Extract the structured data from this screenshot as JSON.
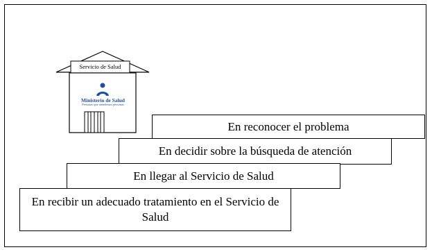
{
  "building": {
    "sign": "Servicio de Salud",
    "ministry_name": "Ministerio de Salud",
    "ministry_tagline": "Personas que atendemos personas"
  },
  "steps": [
    "En reconocer el problema",
    "En decidir sobre la búsqueda de atención",
    "En llegar al Servicio de Salud",
    "En recibir un adecuado tratamiento en el Servicio de Salud"
  ],
  "colors": {
    "logo": "#1e4fa8",
    "line": "#000000"
  }
}
